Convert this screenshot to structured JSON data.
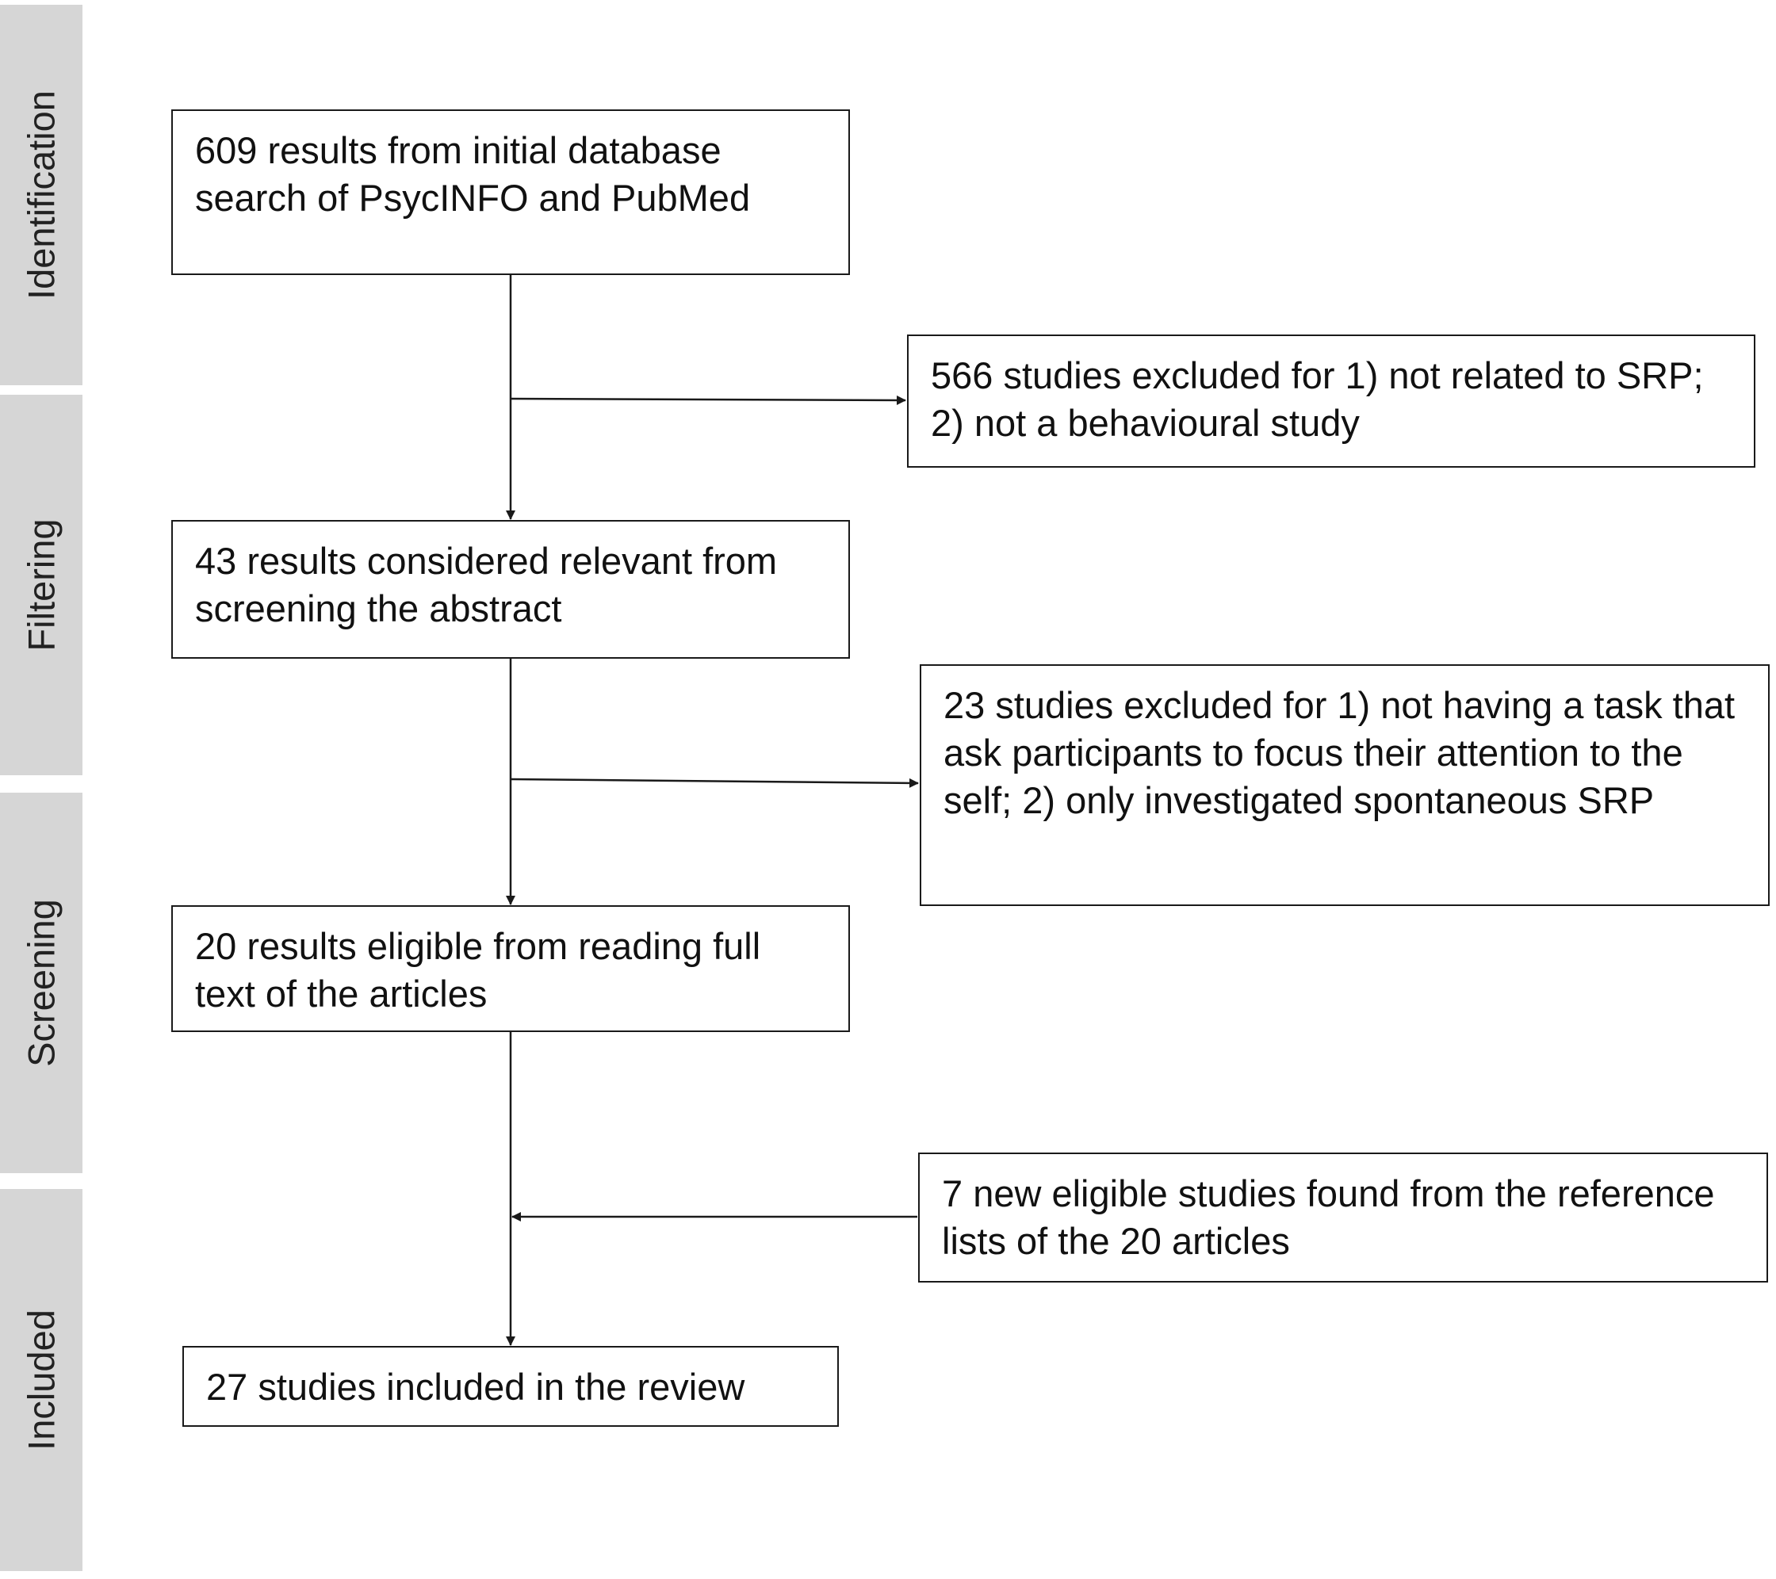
{
  "stages": [
    {
      "id": "identification",
      "label": "Identification"
    },
    {
      "id": "filtering",
      "label": "Filtering"
    },
    {
      "id": "screening",
      "label": "Screening"
    },
    {
      "id": "included",
      "label": "Included"
    }
  ],
  "boxes": {
    "initial_search": "609 results from initial database search of PsycINFO and PubMed",
    "excluded_first": "566 studies excluded for 1) not related to SRP; 2) not a behavioural study",
    "relevant_abstract": "43 results considered relevant from screening the abstract",
    "excluded_second": "23 studies excluded for 1) not having a task that ask participants to focus their attention to the self; 2) only investigated spontaneous SRP",
    "eligible_fulltext": "20 results eligible from reading full text of the articles",
    "new_eligible": "7 new eligible studies found from the reference lists of the 20 articles",
    "included_review": "27 studies included in the review"
  },
  "colors": {
    "stage_band": "#d6d6d6",
    "line": "#1a1a1a"
  }
}
